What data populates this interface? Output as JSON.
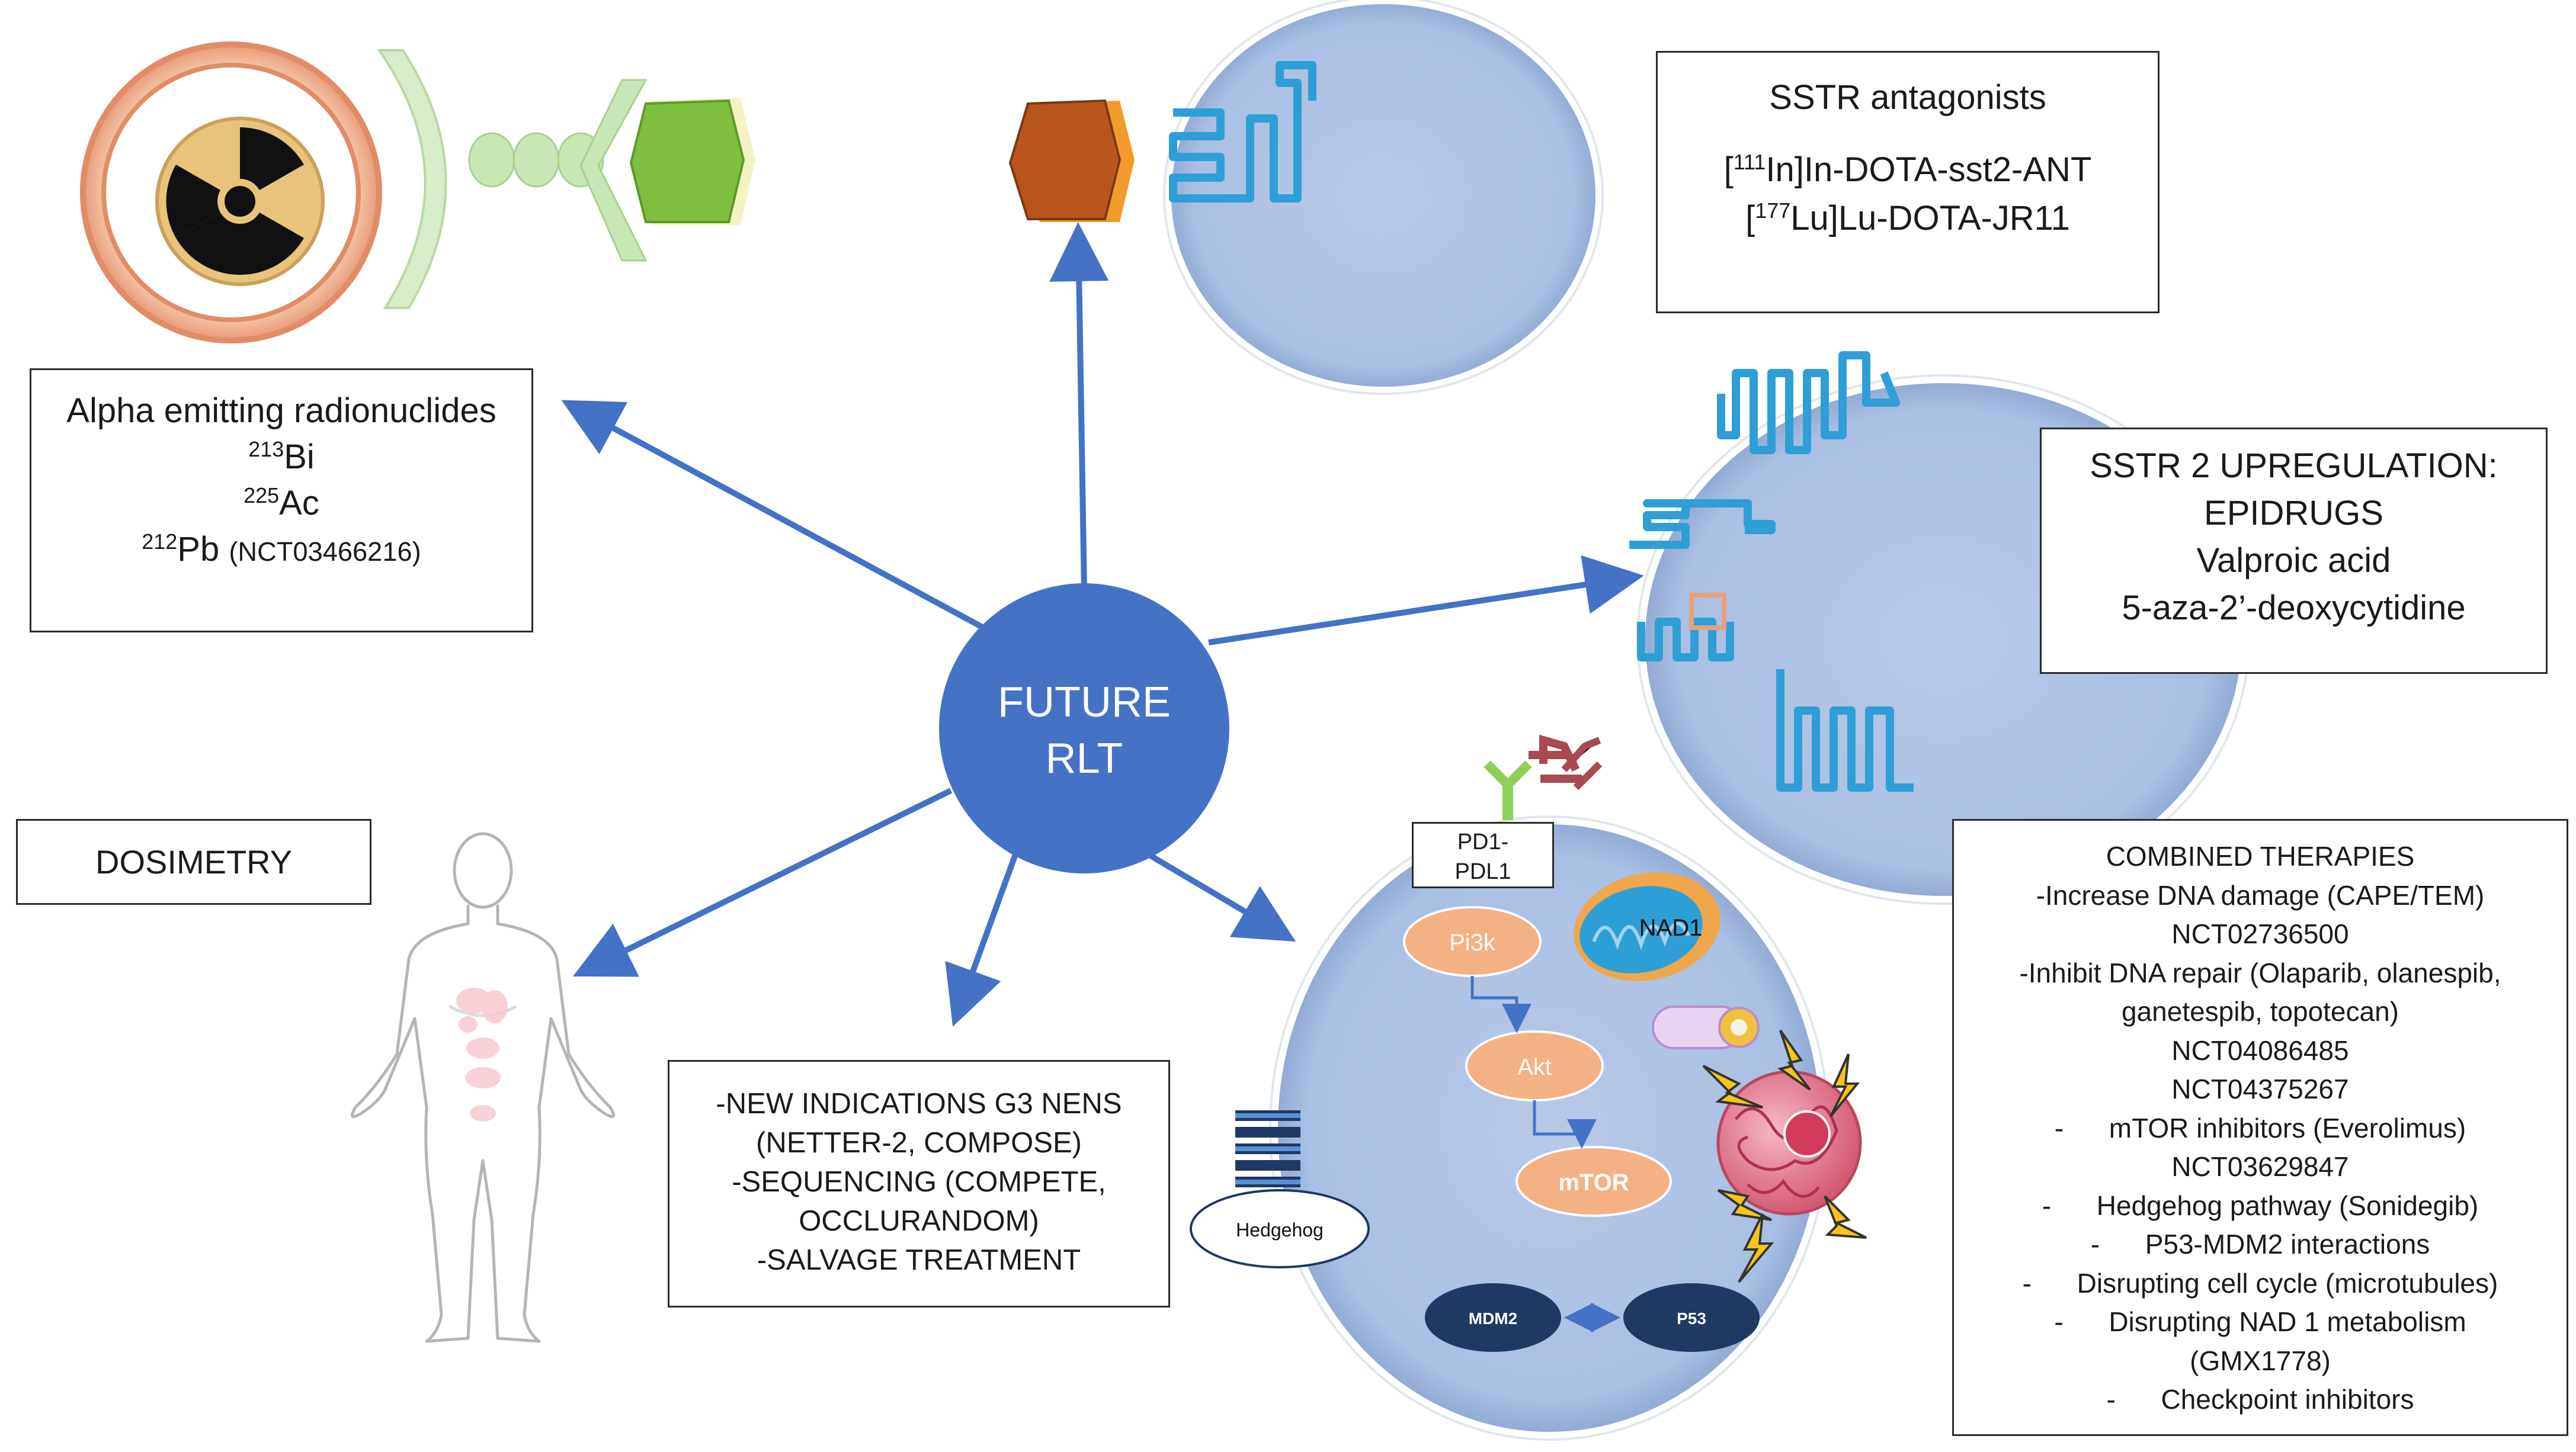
{
  "center": {
    "line1": "FUTURE",
    "line2": "RLT"
  },
  "alpha_box": {
    "title": "Alpha emitting radionuclides",
    "bi": {
      "mass": "213",
      "symbol": "Bi"
    },
    "ac": {
      "mass": "225",
      "symbol": "Ac"
    },
    "pb": {
      "mass": "212",
      "symbol": "Pb",
      "trial": "(NCT03466216)"
    }
  },
  "sstr_box": {
    "title": "SSTR antagonists",
    "compound1": {
      "mass": "111",
      "text": "[",
      "rest": "In]In-DOTA-sst2-ANT"
    },
    "compound2": {
      "mass": "177",
      "text": "[",
      "rest": "Lu]Lu-DOTA-JR11"
    }
  },
  "upregulation_box": {
    "lines": [
      "SSTR 2 UPREGULATION:",
      "EPIDRUGS",
      "Valproic acid",
      "5-aza-2’-deoxycytidine"
    ]
  },
  "dosimetry_box": {
    "label": "DOSIMETRY"
  },
  "indications_box": {
    "lines": [
      "-NEW INDICATIONS G3 NENS",
      "(NETTER-2, COMPOSE)",
      "-SEQUENCING (COMPETE,",
      "OCCLURANDOM)",
      "-SALVAGE TREATMENT"
    ]
  },
  "combined_box": {
    "lines": [
      "COMBINED THERAPIES",
      "-Increase DNA damage (CAPE/TEM)",
      "NCT02736500",
      "-Inhibit DNA repair (Olaparib, olanespib,",
      "ganetespib, topotecan)",
      "NCT04086485",
      "NCT04375267",
      "-      mTOR inhibitors (Everolimus)",
      "NCT03629847",
      "-      Hedgehog pathway (Sonidegib)",
      "-      P53-MDM2 interactions",
      "-      Disrupting cell cycle (microtubules)",
      "-      Disrupting NAD 1 metabolism",
      "(GMX1778)",
      "-      Checkpoint inhibitors"
    ]
  },
  "cell_labels": {
    "pd1": "PD1-",
    "pdl1": "PDL1",
    "pi3k": "Pi3k",
    "akt": "Akt",
    "mtor": "mTOR",
    "nad1": "NAD1",
    "hedgehog": "Hedgehog",
    "mdm2": "MDM2",
    "p53": "P53"
  },
  "colors": {
    "center_fill": "#4472c4",
    "arrow": "#4472c4",
    "cell_fill": "#b4c7e7",
    "receptor": "#2e9fd6",
    "pathway_node": "#f4b183",
    "dark_node": "#1f3864"
  },
  "icons": [
    "radiation-icon",
    "human-body-icon",
    "mitochondria-icon",
    "antibody-icon",
    "receptor-icon",
    "lightning-icon",
    "microtubule-icon"
  ]
}
